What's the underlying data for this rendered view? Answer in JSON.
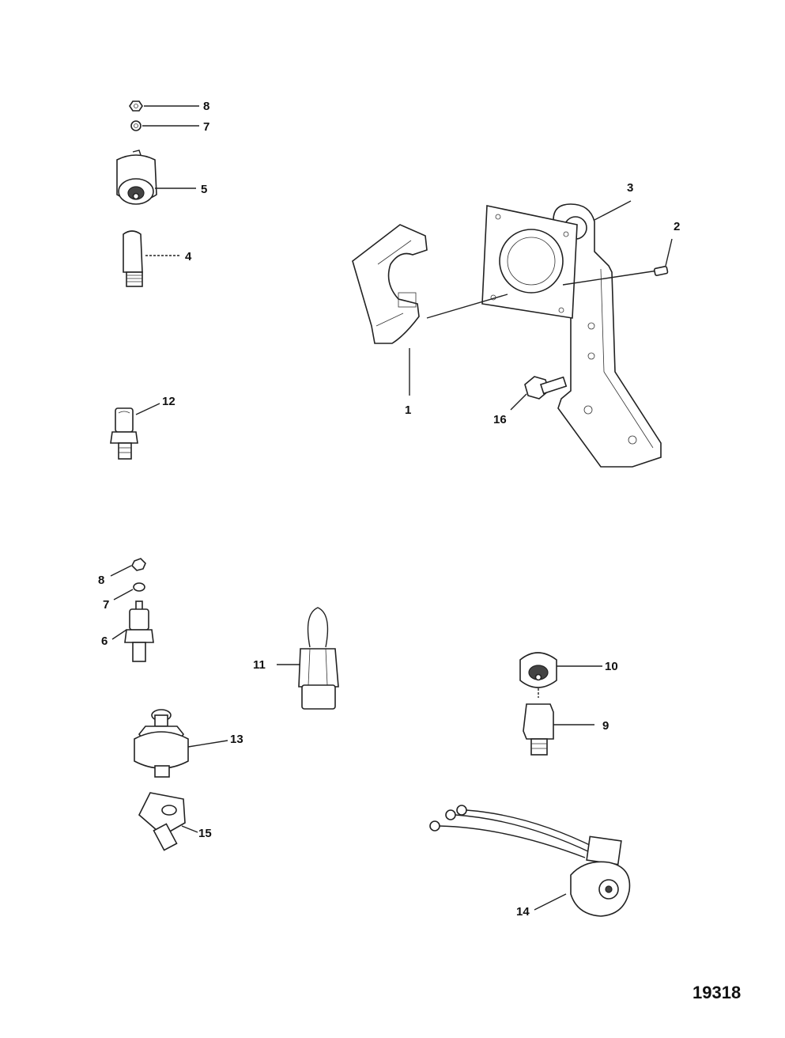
{
  "figure_number": "19318",
  "parts": [
    {
      "id": "p1",
      "label": "1"
    },
    {
      "id": "p2",
      "label": "2"
    },
    {
      "id": "p3",
      "label": "3"
    },
    {
      "id": "p4",
      "label": "4"
    },
    {
      "id": "p5",
      "label": "5"
    },
    {
      "id": "p6",
      "label": "6"
    },
    {
      "id": "p7a",
      "label": "7"
    },
    {
      "id": "p7b",
      "label": "7"
    },
    {
      "id": "p8a",
      "label": "8"
    },
    {
      "id": "p8b",
      "label": "8"
    },
    {
      "id": "p9",
      "label": "9"
    },
    {
      "id": "p10",
      "label": "10"
    },
    {
      "id": "p11",
      "label": "11"
    },
    {
      "id": "p12",
      "label": "12"
    },
    {
      "id": "p13",
      "label": "13"
    },
    {
      "id": "p14",
      "label": "14"
    },
    {
      "id": "p15",
      "label": "15"
    },
    {
      "id": "p16",
      "label": "16"
    }
  ]
}
